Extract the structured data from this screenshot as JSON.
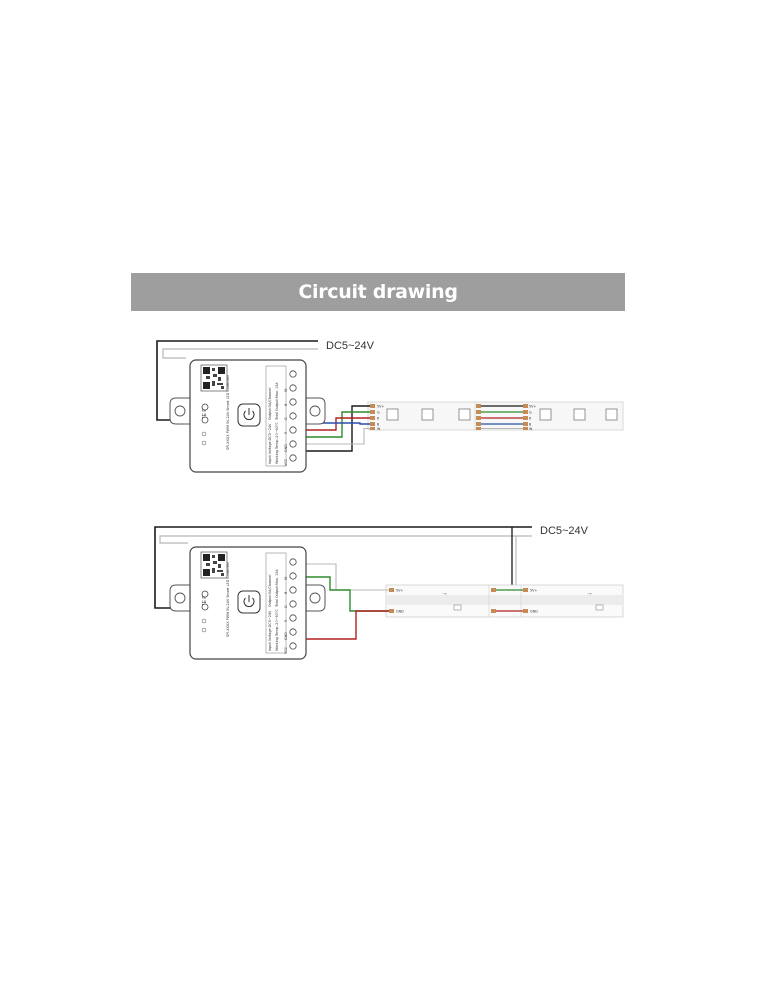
{
  "header": {
    "title": "Circuit drawing"
  },
  "diagram_rgbw": {
    "supply_label": "DC5~24V",
    "controller": {
      "model_text": "SPI-XXXX  PWM 5V-24V Smart LED Controller",
      "spec_lines": [
        "Input Voltage:DC5~24V",
        "Output:5A/Channel",
        "Working Temp:-20~60°C",
        "Total Output:Max. 15A"
      ],
      "terminal_labels": [
        "VCC",
        "GND",
        "R",
        "G",
        "B",
        "W"
      ]
    },
    "strip_pads": [
      "5V+",
      "G",
      "R",
      "B",
      "W"
    ],
    "wire_colors": {
      "supply_pos": "#1a1a1a",
      "green": "#2e8b2e",
      "red": "#b22222",
      "blue": "#2a4fa8",
      "white": "#b0b0b0",
      "black": "#1a1a1a"
    }
  },
  "diagram_single": {
    "supply_label": "DC5~24V",
    "controller": {
      "model_text": "SPI-XXXX  PWM 5V-24V Smart LED Controller",
      "spec_lines": [
        "Input Voltage:DC5~24V",
        "Output:5A/Channel",
        "Working Temp:-20~60°C",
        "Total Output:Max. 15A"
      ],
      "terminal_labels": [
        "VCC",
        "GND",
        "R",
        "G",
        "B",
        "W"
      ]
    },
    "strip_pads": [
      "5V+",
      "GND"
    ],
    "wire_colors": {
      "supply_pos": "#1a1a1a",
      "green": "#2e8b2e",
      "red": "#b22222",
      "white": "#b0b0b0"
    }
  }
}
